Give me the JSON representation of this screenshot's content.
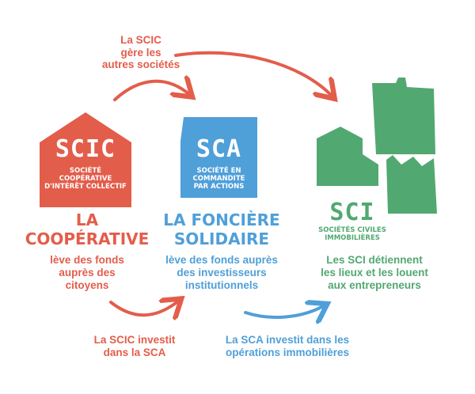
{
  "top_arrow_label": [
    "La SCIC",
    "gère les",
    "autres sociétés"
  ],
  "scic": {
    "acronym": "SCIC",
    "full_name": [
      "SOCIÉTÉ",
      "COOPÉRATIVE",
      "D'INTÉRÊT COLLECTIF"
    ],
    "title": [
      "LA",
      "COOPÉRATIVE"
    ],
    "description": [
      "lève des fonds",
      "auprès des",
      "citoyens"
    ]
  },
  "sca": {
    "acronym": "SCA",
    "full_name": [
      "SOCIÉTÉ EN",
      "COMMANDITE",
      "PAR ACTIONS"
    ],
    "title": [
      "LA FONCIÈRE",
      "SOLIDAIRE"
    ],
    "description": [
      "lève des fonds auprès",
      "des investisseurs",
      "institutionnels"
    ]
  },
  "sci": {
    "acronym": "SCI",
    "full_name": [
      "SOCIÉTÉS CIVILES",
      "IMMOBILIÈRES"
    ],
    "description": [
      "Les SCI détiennent",
      "les lieux et les louent",
      "aux entrepreneurs"
    ]
  },
  "bottom_left_label": [
    "La SCIC investit",
    "dans la SCA"
  ],
  "bottom_right_label": [
    "La SCA investit dans les",
    "opérations immobilières"
  ],
  "colors": {
    "red": "#e35d4b",
    "blue": "#4f9fd9",
    "green": "#52a871"
  }
}
